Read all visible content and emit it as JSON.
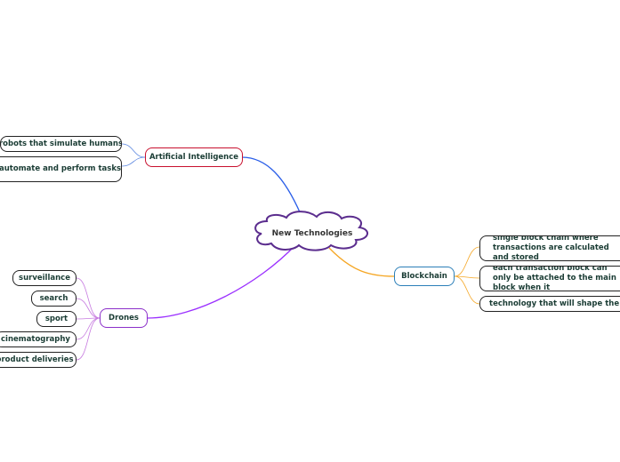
{
  "central": {
    "label": "New Technologies",
    "color": "#5b2d8e"
  },
  "branches": {
    "ai": {
      "label": "Artificial Intelligence",
      "color": "#c8102e",
      "link_color": "#2a5ee8",
      "children": [
        "robots that simulate humans",
        "automate and perform tasks"
      ]
    },
    "blockchain": {
      "label": "Blockchain",
      "color": "#2b7fb8",
      "link_color": "#f5a623",
      "children": [
        "single block chain where transactions are calculated and stored",
        "each transaction block can only be attached to the main block when it",
        "technology that will shape the world"
      ]
    },
    "drones": {
      "label": "Drones",
      "color": "#8b2fc9",
      "link_color": "#9b30ff",
      "children": [
        "surveillance",
        "search",
        "sport",
        "cinematography",
        "product deliveries"
      ]
    }
  }
}
